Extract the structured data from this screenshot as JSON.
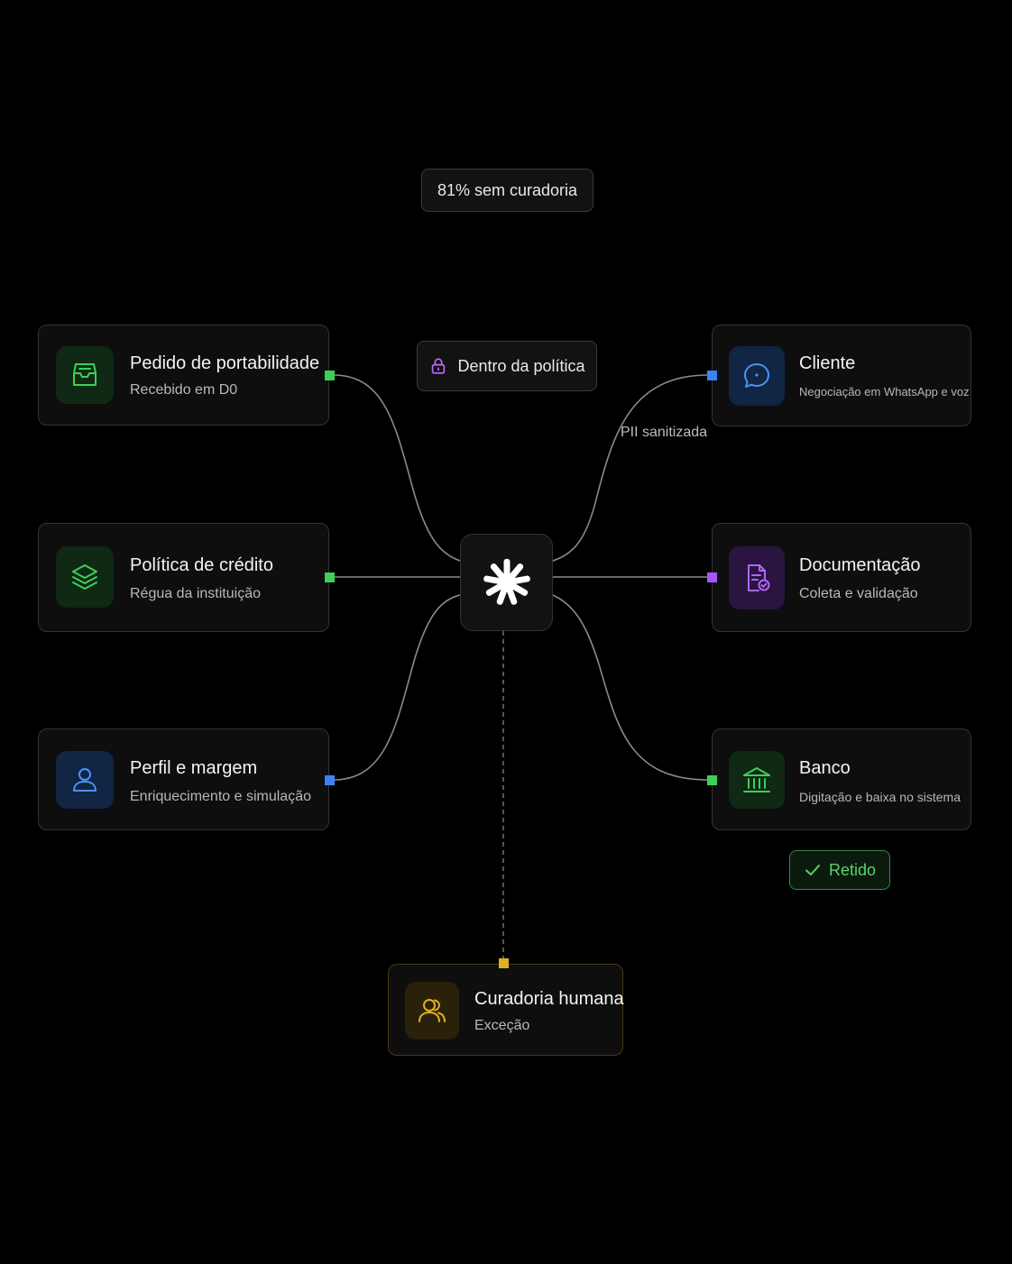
{
  "top_badge": {
    "label": "81% sem curadoria"
  },
  "policy_badge": {
    "label": "Dentro da política",
    "icon": "lock-icon"
  },
  "edge_label": {
    "text": "PII sanitizada"
  },
  "hub": {
    "icon": "asterisk-logo-icon"
  },
  "nodes": {
    "pedido": {
      "title": "Pedido de portabilidade",
      "subtitle": "Recebido em D0",
      "icon": "inbox-icon",
      "accent": "#3ecf5a"
    },
    "politica": {
      "title": "Política de crédito",
      "subtitle": "Régua da instituição",
      "icon": "layers-icon",
      "accent": "#3ecf5a"
    },
    "perfil": {
      "title": "Perfil e margem",
      "subtitle": "Enriquecimento e simulação",
      "icon": "user-icon",
      "accent": "#3b82f6"
    },
    "cliente": {
      "title": "Cliente",
      "subtitle": "Negociação em WhatsApp e voz",
      "icon": "chat-bubble-icon",
      "accent": "#3b82f6"
    },
    "documentacao": {
      "title": "Documentação",
      "subtitle": "Coleta e validação",
      "icon": "document-check-icon",
      "accent": "#a855f7"
    },
    "banco": {
      "title": "Banco",
      "subtitle": "Digitação e baixa no sistema",
      "icon": "bank-icon",
      "accent": "#3ecf5a"
    },
    "curadoria": {
      "title": "Curadoria humana",
      "subtitle": "Exceção",
      "icon": "users-icon",
      "accent": "#e0b020"
    }
  },
  "status_badge": {
    "label": "Retido",
    "icon": "check-icon",
    "color": "#58d46b"
  }
}
